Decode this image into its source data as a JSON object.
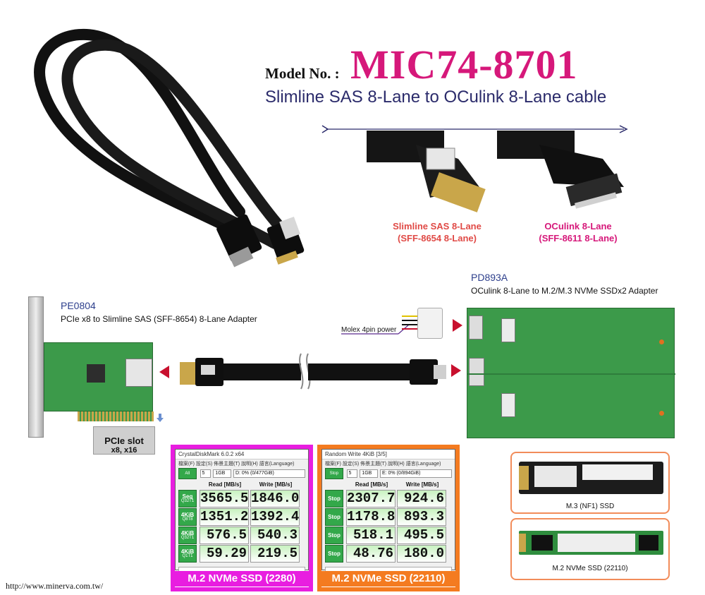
{
  "header": {
    "model_label": "Model No. :",
    "model_number": "MIC74-8701",
    "subtitle": "Slimline SAS 8-Lane to OCulink 8-Lane cable"
  },
  "connectors": {
    "sas": {
      "line1": "Slimline SAS 8-Lane",
      "line2": "(SFF-8654 8-Lane)"
    },
    "oculink": {
      "line1": "OCulink 8-Lane",
      "line2": "(SFF-8611 8-Lane)"
    }
  },
  "left_adapter": {
    "code": "PE0804",
    "description": "PCIe x8 to Slimline SAS (SFF-8654) 8-Lane Adapter",
    "slot_title": "PCIe slot",
    "slot_sub": "x8, x16"
  },
  "right_adapter": {
    "code": "PD893A",
    "description": "OCulink 8-Lane to M.2/M.3 NVMe SSDx2 Adapter",
    "molex_label": "Molex 4pin power"
  },
  "benchmarks": [
    {
      "title": "CrystalDiskMark 6.0.2 x64",
      "menu": "檔案(F)  設定(S)  佈景主題(T)  說明(H)  語言(Language)",
      "count": "5",
      "size": "1GB",
      "drive": "D: 0% (0/477GiB)",
      "read_header": "Read [MB/s]",
      "write_header": "Write [MB/s]",
      "all_label": "All",
      "rows": [
        {
          "label": "Seq",
          "sub": "Q32T1",
          "read": "3565.5",
          "write": "1846.0"
        },
        {
          "label": "4KiB",
          "sub": "Q8T8",
          "read": "1351.2",
          "write": "1392.4"
        },
        {
          "label": "4KiB",
          "sub": "Q32T1",
          "read": "576.5",
          "write": "540.3"
        },
        {
          "label": "4KiB",
          "sub": "Q1T1",
          "read": "59.29",
          "write": "219.5"
        }
      ],
      "caption": "M.2 NVMe SSD (2280)"
    },
    {
      "title": "Random Write 4KiB [3/5]",
      "menu": "檔案(F)  設定(S)  佈景主題(T)  說明(H)  語言(Language)",
      "count": "5",
      "size": "1GB",
      "drive": "E: 0% (0/894GiB)",
      "read_header": "Read [MB/s]",
      "write_header": "Write [MB/s]",
      "all_label": "Stop",
      "rows": [
        {
          "label": "Stop",
          "sub": "",
          "read": "2307.7",
          "write": "924.6"
        },
        {
          "label": "Stop",
          "sub": "",
          "read": "1178.8",
          "write": "893.3"
        },
        {
          "label": "Stop",
          "sub": "",
          "read": "518.1",
          "write": "495.5"
        },
        {
          "label": "Stop",
          "sub": "",
          "read": "48.76",
          "write": "180.0"
        }
      ],
      "caption": "M.2 NVMe SSD (22110)"
    }
  ],
  "ssds": [
    {
      "caption": "M.3 (NF1) SSD"
    },
    {
      "caption": "M.2 NVMe SSD (22110)"
    }
  ],
  "footer": {
    "url": "http://www.minerva.com.tw/"
  },
  "colors": {
    "brand_magenta": "#d6187a",
    "navy": "#2b2b6b",
    "pcb_green": "#3c9a4a",
    "arrow_red": "#c8102e",
    "frame_orange": "#f47b20"
  }
}
